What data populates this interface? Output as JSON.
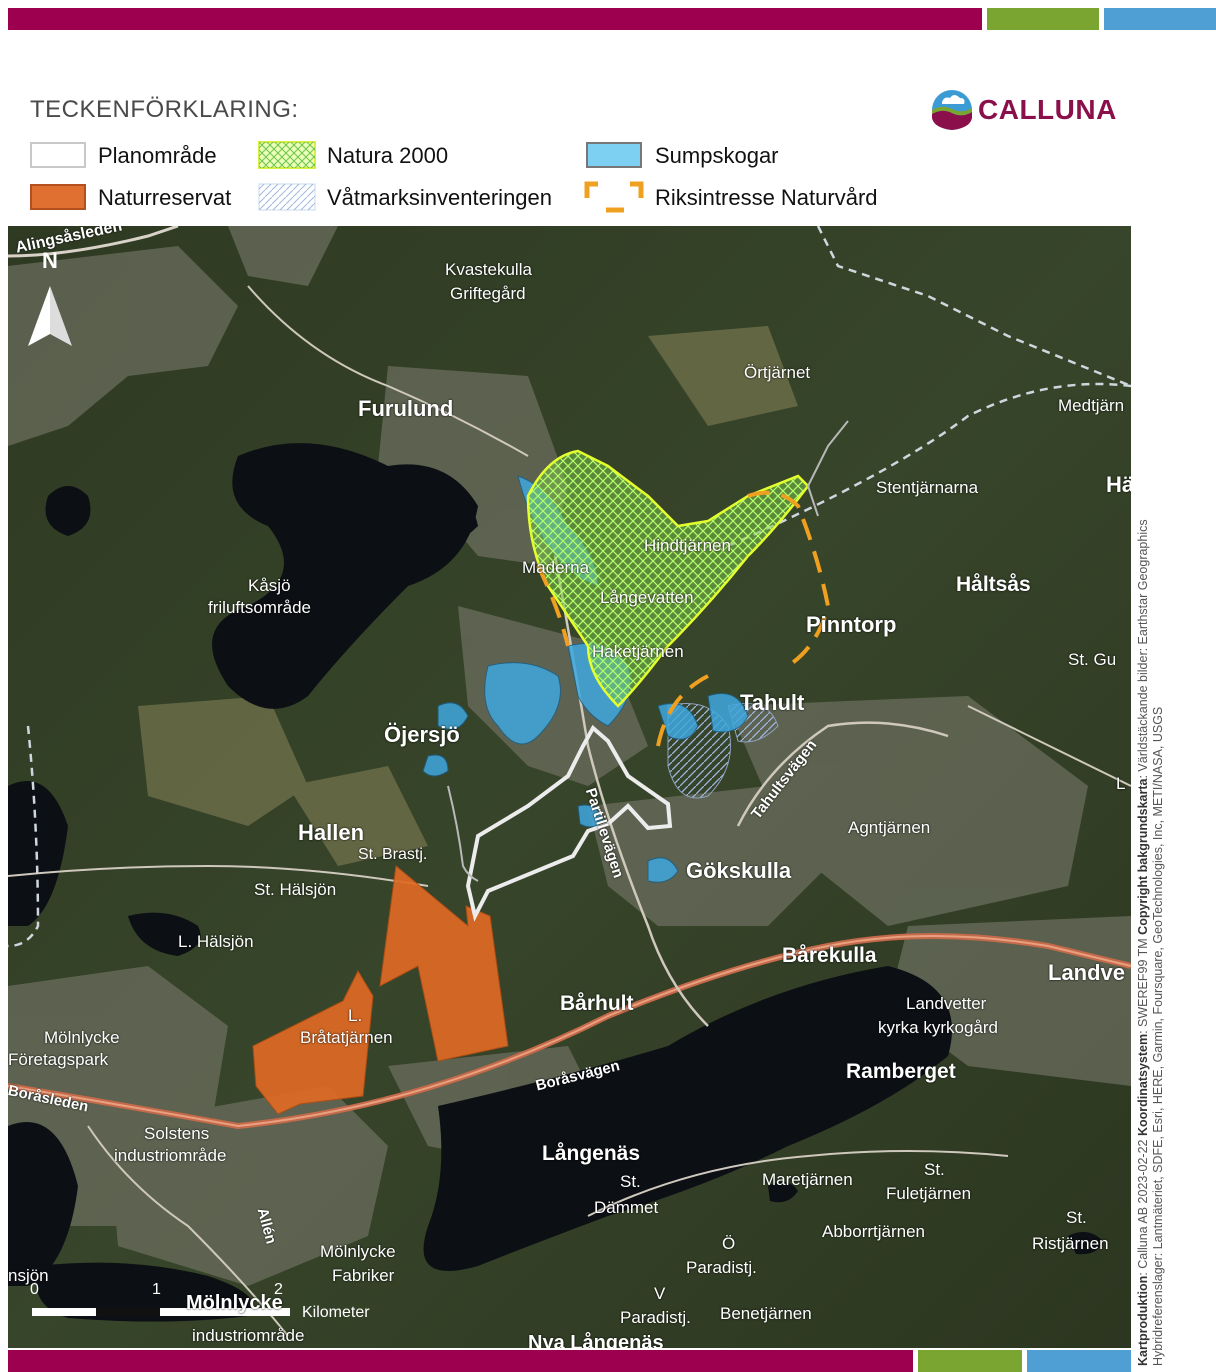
{
  "colors": {
    "magenta": "#9c004f",
    "green": "#7aa531",
    "blue": "#4f9fd5",
    "naturreservat": "#e06a25",
    "natura_green": "#9be84a",
    "sump_blue": "#4fb0e0",
    "riksintresse": "#f0a020"
  },
  "legend": {
    "title": "TECKENFÖRKLARING:",
    "items": [
      {
        "label": "Planområde",
        "icon": "white-outline-swatch"
      },
      {
        "label": "Natura 2000",
        "icon": "green-hatched-swatch"
      },
      {
        "label": "Sumpskogar",
        "icon": "blue-swatch"
      },
      {
        "label": "Naturreservat",
        "icon": "orange-swatch"
      },
      {
        "label": "Våtmarksinventeringen",
        "icon": "hatched-swatch"
      },
      {
        "label": "Riksintresse Naturvård",
        "icon": "dashed-orange-swatch"
      }
    ]
  },
  "logo": {
    "text": "CALLUNA",
    "icon": "calluna-logo-icon"
  },
  "north_arrow": {
    "letter": "N"
  },
  "scale_bar": {
    "ticks": [
      "0",
      "1",
      "2"
    ],
    "unit": "Kilometer"
  },
  "credits": {
    "line1_bold1": "Kartproduktion",
    "line1_text1": ": Calluna AB 2023-02-22 ",
    "line1_bold2": "Koordinatsystem",
    "line1_text2": ": SWEREF99 TM ",
    "line1_bold3": "Copyright bakgrundskarta",
    "line1_text3": ": Världstäckande bilder: Earthstar Geographics",
    "line2": "Hybridreferenslager: Lantmäteriet, SDFE, Esri, HERE, Garmin, Foursquare, GeoTechnologies, Inc, METI/NASA, USGS"
  },
  "places": {
    "alingsasleden": "Alingsåsleden",
    "kvastekulla": "Kvastekulla",
    "griftegard": "Griftegård",
    "ortjarnet": "Örtjärnet",
    "furulund": "Furulund",
    "medtjarn": "Medtjärn",
    "stentjarnarna": "Stentjärnarna",
    "ha": "Hä",
    "hindtjarnen": "Hindtjärnen",
    "maderna": "Maderna",
    "langevatten": "Långevatten",
    "kasjo": "Kåsjö",
    "friluftsomrade": "friluftsområde",
    "haltsas": "Håltsås",
    "pinntorp": "Pinntorp",
    "haketjarnen": "Haketjärnen",
    "stgu": "St. Gu",
    "tahult": "Tahult",
    "ojersjo": "Öjersjö",
    "tahultsvagen": "Tahultsvägen",
    "partillevagen": "Partillevägen",
    "agntjarnen": "Agntjärnen",
    "hallen": "Hallen",
    "stbrastj": "St. Brastj.",
    "gokskulla": "Gökskulla",
    "sthalsjon": "St. Hälsjön",
    "lhalsjon": "L. Hälsjön",
    "barekulla": "Bårekulla",
    "landve": "Landve",
    "barhult": "Bårhult",
    "landvetter": "Landvetter",
    "kyrka": "kyrka kyrkogård",
    "l": "L.",
    "bratatjarnen": "Bråtatjärnen",
    "molnlycke": "Mölnlycke",
    "foretagspark": "Företagspark",
    "borasvagen": "Boråsvägen",
    "ramberget": "Ramberget",
    "borasleden": "Boråsleden",
    "solstens": "Solstens",
    "industriomrade": "industriområde",
    "langenas": "Långenäs",
    "st": "St.",
    "dammet": "Dämmet",
    "maretjarnen": "Maretjärnen",
    "st2": "St.",
    "fuletjarnen": "Fuletjärnen",
    "allen": "Allén",
    "abborrtjarnen": "Abborrtjärnen",
    "st3": "St.",
    "ristjarnen": "Ristjärnen",
    "molnlycke2": "Mölnlycke",
    "fabriker": "Fabriker",
    "o": "Ö",
    "paradistj": "Paradistj.",
    "sjon": "nsjön",
    "molnlycke3": "Mölnlycke",
    "industriomrade2": "industriområde",
    "v": "V",
    "paradistj2": "Paradistj.",
    "benetjarnen": "Benetjärnen",
    "nya": "Nya Långenäs",
    "l2": "L"
  }
}
